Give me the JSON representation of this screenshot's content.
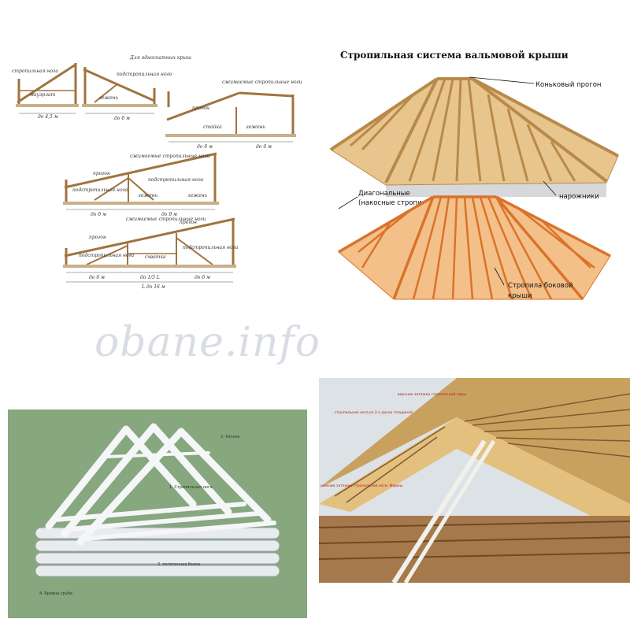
{
  "watermark": "obane.info",
  "top_left": {
    "title": "Для односкатных крыш",
    "labels": {
      "d1_strut": "стропильная нога",
      "d1_beam": "мауэрлат",
      "d1_span": "до 4,5 м",
      "d2_strut": "подстропильная нога",
      "d2_bed": "лежень",
      "d2_span": "до 6 м",
      "d3_beam": "прогон",
      "d3_legs": "сжимаемые стропильные ноги",
      "d3_post": "стойка",
      "d3_bed": "лежень",
      "d3_span1": "до 6 м",
      "d3_span2": "до 6 м",
      "d4_legs": "сжимаемые стропильные ноги",
      "d4_purlin": "прогон",
      "d4_strut1": "подстропильная нога",
      "d4_strut2": "подстропильная нога",
      "d4_bed1": "лежень",
      "d4_bed2": "лежень",
      "d4_span1": "до 6 м",
      "d4_span2": "до 9 м",
      "d5_legs": "сжимаемые стропильные ноги",
      "d5_purlin1": "прогон",
      "d5_purlin2": "прогон",
      "d5_strut1": "подстропильная нога",
      "d5_strut2": "подстропильная нога",
      "d5_tie": "схватка",
      "d5_span1": "до 6 м",
      "d5_span_mid": "до 1/3 L",
      "d5_span2": "до 6 м",
      "d5_total": "L до 16 м"
    }
  },
  "top_right": {
    "title": "Стропильная система вальмовой крыши",
    "ridge": "Коньковый прогон",
    "narozhniki": "нарожники",
    "diagonal_1": "Диагональные",
    "diagonal_2": "(накосные стропила)",
    "side_1": "Стропила боковой",
    "side_2": "крыши"
  },
  "bottom_left": {
    "label_ridge": "2. Ригель",
    "label_rafter": "1. Стропильная нога",
    "label_ceiling": "3. потолочная балка",
    "label_logs": "4. Бревна сруба"
  },
  "bottom_right": {
    "label_1": "верхние затяжки стропильной пары",
    "label_2": "стропильная нога из 2-х досок толщиной",
    "label_3": "нижние затяжки стропильной ноги. Фермы."
  },
  "colors": {
    "wood": "#c99a5c",
    "wood_dark": "#8a5a2b",
    "orange_wood": "#d97a2b",
    "green_bg": "#87a77e",
    "label_red": "#b32020"
  }
}
